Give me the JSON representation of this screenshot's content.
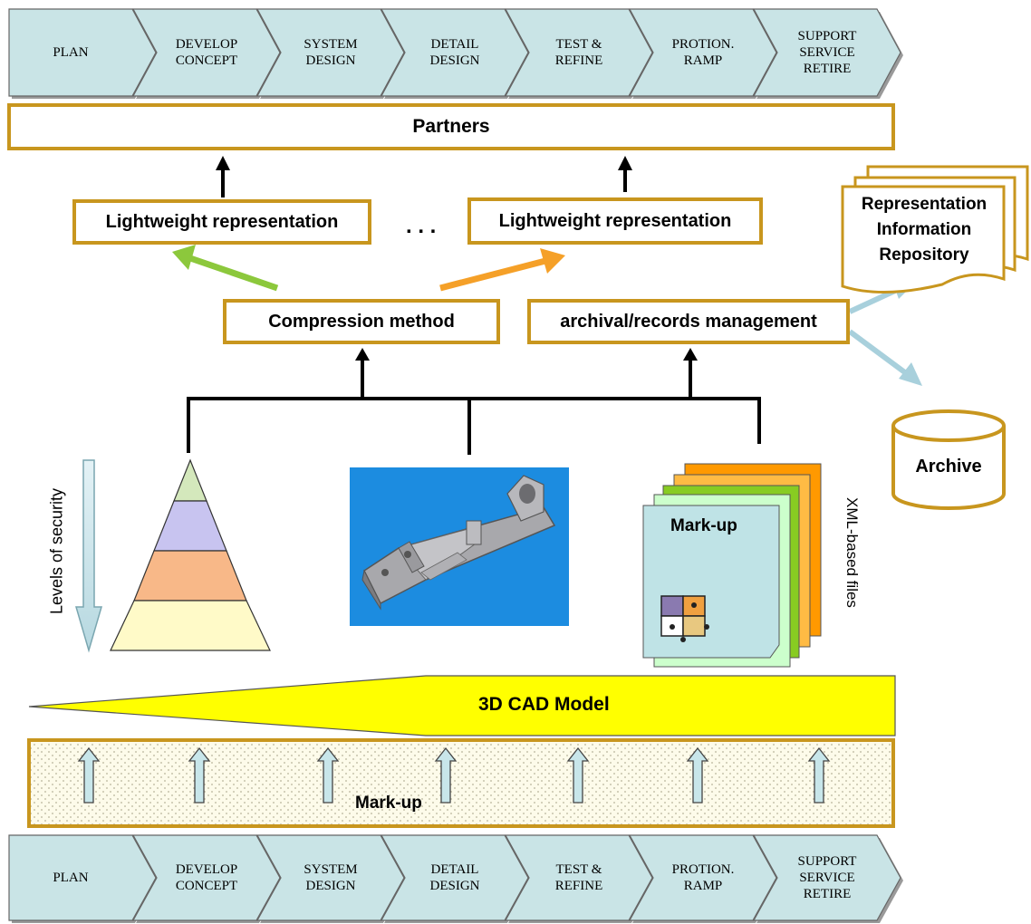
{
  "phases_top": [
    "PLAN",
    "DEVELOP\nCONCEPT",
    "SYSTEM\nDESIGN",
    "DETAIL\nDESIGN",
    "TEST &\nREFINE",
    "PROTION.\nRAMP",
    "SUPPORT\nSERVICE\nRETIRE"
  ],
  "phases_bottom": [
    "PLAN",
    "DEVELOP\nCONCEPT",
    "SYSTEM\nDESIGN",
    "DETAIL\nDESIGN",
    "TEST &\nREFINE",
    "PROTION.\nRAMP",
    "SUPPORT\nSERVICE\nRETIRE"
  ],
  "partners": "Partners",
  "lightweight_left": "Lightweight representation",
  "lightweight_right": "Lightweight representation",
  "ellipsis": ". . .",
  "compression": "Compression method",
  "archival": "archival/records management",
  "repository": [
    "Representation",
    "Information",
    "Repository"
  ],
  "archive": "Archive",
  "levels_of_security": "Levels of security",
  "markup_card": "Mark-up",
  "xml_files": "XML-based files",
  "cad_model": "3D CAD Model",
  "markup_bar": "Mark-up",
  "colors": {
    "phase_fill": "#c9e4e6",
    "box_border": "#c8961e",
    "cad_yellow": "#ffff00",
    "arrow_green": "#8cc83c",
    "arrow_orange": "#f5a028",
    "arrow_lightblue": "#a8d0dc",
    "image_blue": "#1c8ce0"
  },
  "pyramid_colors": [
    "#d4e8bc",
    "#c8c4f0",
    "#f8b888",
    "#fffac8"
  ],
  "card_colors": [
    "#ff9900",
    "#ffbb44",
    "#88cc22",
    "#ccffcc",
    "#bfe3e6"
  ]
}
